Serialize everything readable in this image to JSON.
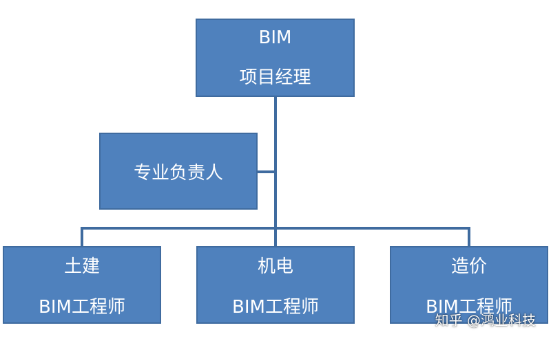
{
  "diagram": {
    "top_node": {
      "line1": "BIM",
      "line2": "项目经理"
    },
    "side_node": {
      "label": "专业负责人"
    },
    "bottom_nodes": [
      {
        "line1": "土建",
        "line2": "BIM工程师"
      },
      {
        "line1": "机电",
        "line2": "BIM工程师"
      },
      {
        "line1": "造价",
        "line2": "BIM工程师"
      }
    ]
  },
  "watermark": "知乎 @鸿业科技",
  "colors": {
    "box_fill": "#4f81bd",
    "box_border": "#3f6b9f",
    "line": "#3f6b9f",
    "text": "#ffffff"
  }
}
